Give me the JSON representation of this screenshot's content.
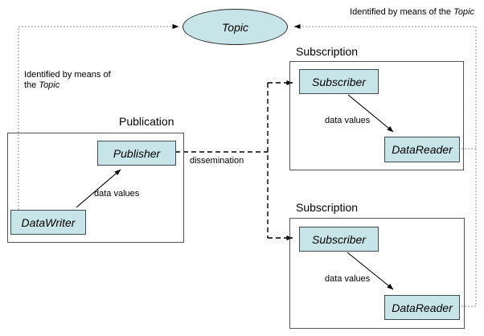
{
  "topic": {
    "label": "Topic"
  },
  "notes": {
    "left": {
      "line1": "Identified by means of",
      "line2_plain": "the ",
      "line2_italic": "Topic"
    },
    "top_right": {
      "plain": "Identified by means of the ",
      "italic": "Topic"
    }
  },
  "publication": {
    "group_label": "Publication",
    "publisher_label": "Publisher",
    "datawriter_label": "DataWriter",
    "data_values_label": "data values"
  },
  "dissemination_label": "dissemination",
  "subscriptions": [
    {
      "group_label": "Subscription",
      "subscriber_label": "Subscriber",
      "datareader_label": "DataReader",
      "data_values_label": "data values"
    },
    {
      "group_label": "Subscription",
      "subscriber_label": "Subscriber",
      "datareader_label": "DataReader",
      "data_values_label": "data values"
    }
  ],
  "colors": {
    "node_fill": "#c7e4e9",
    "node_border": "#3f4c52",
    "group_border": "#545454",
    "solid_line": "#000000",
    "dotted_line": "#8c8c8c",
    "background": "#ffffff"
  }
}
